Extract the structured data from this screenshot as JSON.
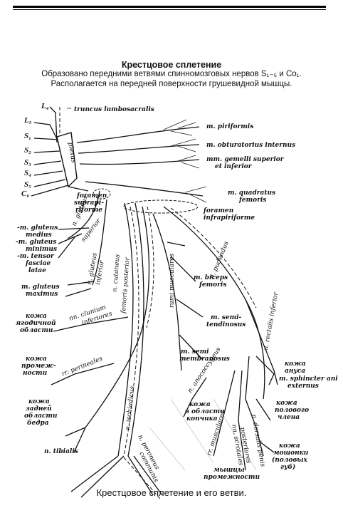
{
  "header": {
    "title": "Крестцовое сплетение",
    "line1": "Образовано передними ветвями спинномозговых нервов S₁₋₅ и Co₁.",
    "line2": "Располагается на передней поверхности грушевидной мышцы."
  },
  "caption": "Крестцовое сплетение и его ветви.",
  "roots": {
    "l4": "L₄",
    "l5": "L₅",
    "s1": "S₁",
    "s2": "S₂",
    "s3": "S₃",
    "s4": "S₄",
    "s5": "S₅",
    "co": "C₀"
  },
  "labels": {
    "truncus": "truncus lumbosacralis",
    "plexus": "plexus",
    "piriformis": "m. piriformis",
    "obturatorius": "m. obturatorius internus",
    "gemelli1": "mm. gemelli superior",
    "gemelli2": "et inferior",
    "quadratus1": "m. quadratus",
    "quadratus2": "femoris",
    "foramen_supra1": "foramen",
    "foramen_supra2": "suprapi-",
    "foramen_supra3": "riforme",
    "foramen_infra1": "foramen",
    "foramen_infra2": "infrapiriforme",
    "gluteus_medius1": "-m. gluteus",
    "gluteus_medius2": "medius",
    "gluteus_minimus1": "-m. gluteus",
    "gluteus_minimus2": "minimus",
    "tensor1": "-m. tensor",
    "tensor2": "fasciae",
    "tensor3": "latae",
    "gluteus_maximus1": "m. gluteus",
    "gluteus_maximus2": "maximus",
    "n_gluteus_sup1": "n. gluteus",
    "n_gluteus_sup2": "superior",
    "n_gluteus_inf1": "n. gluteus",
    "n_gluteus_inf2": "inferior",
    "cutaneus1": "n. cutaneus",
    "cutaneus2": "femoris posterior",
    "rami_musc": "rami musculares",
    "pudendus": "n. pudendus",
    "biceps1": "m. biceps",
    "biceps2": "femoris",
    "semitend1": "m. semi-",
    "semitend2": "tendinosus",
    "semimembr1": "m. semi",
    "semimembr2": "membranosus",
    "rectalis": "n. rectalis inferior",
    "skin_gluteal1": "кожа",
    "skin_gluteal2": "ягодичной",
    "skin_gluteal3": "области",
    "clunium1": "nn. clunium",
    "clunium2": "inferiores",
    "skin_perineum1": "кожа",
    "skin_perineum2": "промеж-",
    "skin_perineum3": "ности",
    "perineales": "rr. perineales",
    "ischiadicus": "n. ischiadicus",
    "anococcygeus": "n. anococcygeus",
    "skin_coccyx1": "кожа",
    "skin_coccyx2": "в области",
    "skin_coccyx3": "копчика",
    "skin_anus1": "кожа",
    "skin_anus2": "ануса",
    "sphincter1": "m. sphincter ani",
    "sphincter2": "externus",
    "dorsalis": "n. dorsalis penis",
    "skin_penis1": "кожа",
    "skin_penis2": "полового",
    "skin_penis3": "члена",
    "skin_thigh1": "кожа",
    "skin_thigh2": "задней",
    "skin_thigh3": "области",
    "skin_thigh4": "бедра",
    "tibialis": "n. tibialis",
    "peroneus1": "n. peroneus",
    "peroneus2": "communis",
    "r_musc": "rr. musculares",
    "scrotales1": "nn. scrotales",
    "scrotales2": "posteriores",
    "skin_perin2_1": "мышцы",
    "skin_perin2_2": "промежности",
    "skin_scrotum1": "кожа",
    "skin_scrotum2": "мошонки",
    "skin_scrotum3": "(половых",
    "skin_scrotum4": "губ)"
  }
}
